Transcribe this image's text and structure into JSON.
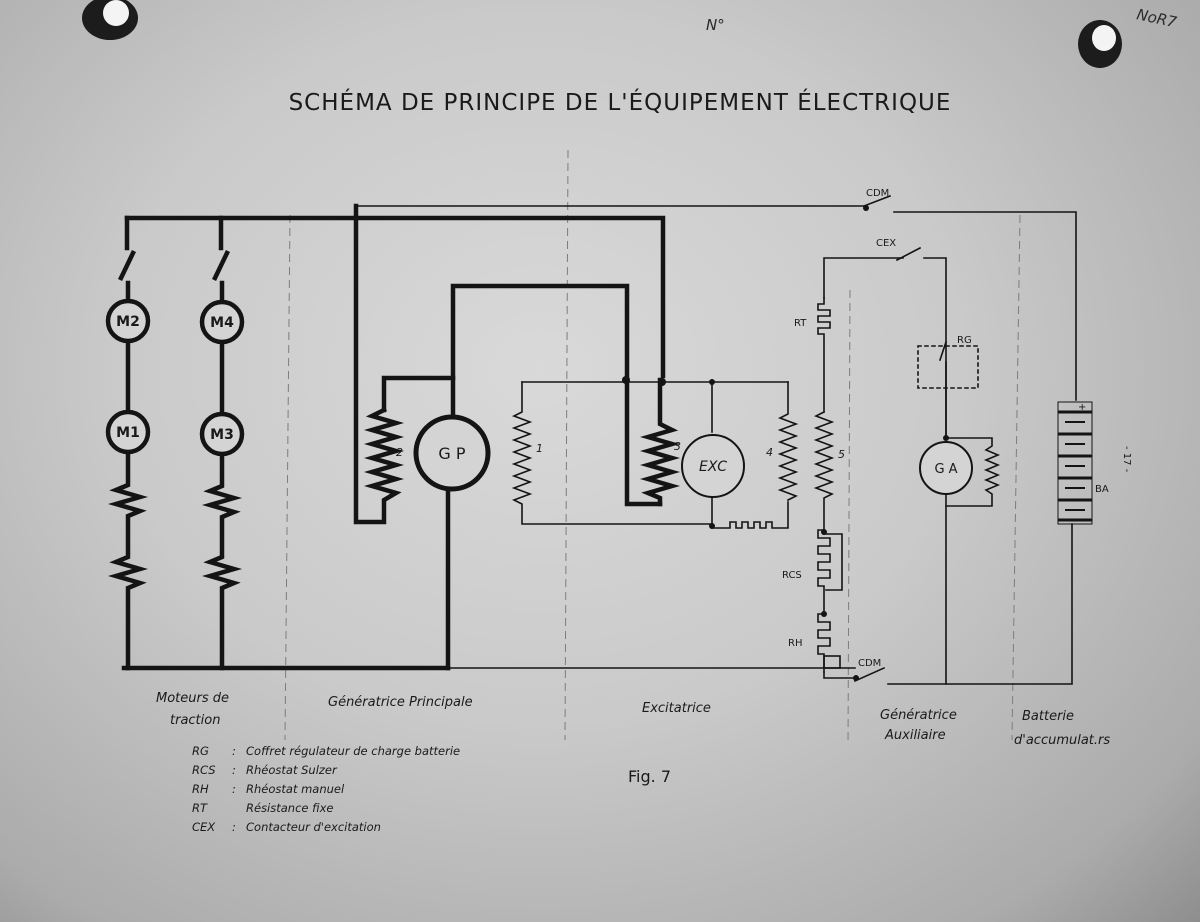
{
  "title": "SCHÉMA DE PRINCIPE DE L'ÉQUIPEMENT ÉLECTRIQUE",
  "corner_marks": {
    "top_center": "N°",
    "top_right": "NoR7"
  },
  "machines": {
    "m1": "M1",
    "m2": "M2",
    "m3": "M3",
    "m4": "M4",
    "gp": "G P",
    "exc": "EXC",
    "ga": "G A"
  },
  "components": {
    "cdm_top": "CDM",
    "cdm_bottom": "CDM",
    "cex": "CEX",
    "rt": "RT",
    "rg": "RG",
    "rcs": "RCS",
    "rh": "RH",
    "ba": "BA"
  },
  "winding_numbers": {
    "w1": "1",
    "w2": "2",
    "w3": "3",
    "w4": "4",
    "w5": "5"
  },
  "battery": {
    "plus": "+",
    "side_mark": "- 17 -"
  },
  "captions": {
    "traction_1": "Moteurs de",
    "traction_2": "traction",
    "main_generator": "Génératrice  Principale",
    "exciter": "Excitatrice",
    "aux_1": "Génératrice",
    "aux_2": "Auxiliaire",
    "battery_1": "Batterie",
    "battery_2": "d'accumulat.rs"
  },
  "legend": [
    {
      "abbr": "RG",
      "sep": ":",
      "desc": "Coffret régulateur de charge batterie"
    },
    {
      "abbr": "RCS",
      "sep": ":",
      "desc": "Rhéostat Sulzer"
    },
    {
      "abbr": "RH",
      "sep": ":",
      "desc": "Rhéostat manuel"
    },
    {
      "abbr": "RT",
      "sep": "",
      "desc": "Résistance fixe"
    },
    {
      "abbr": "CEX",
      "sep": ":",
      "desc": "Contacteur d'excitation"
    }
  ],
  "figure_label": "Fig. 7"
}
